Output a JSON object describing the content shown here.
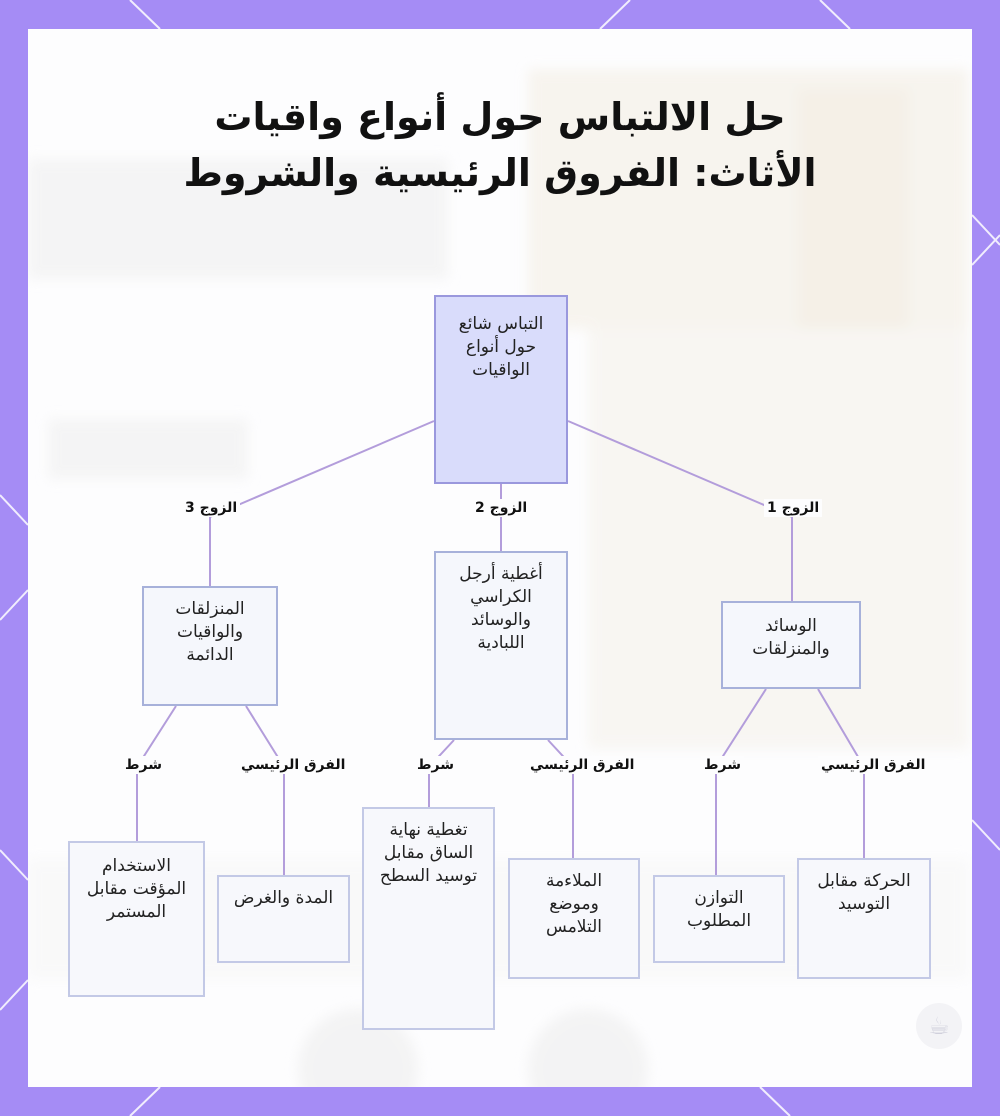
{
  "title": "حل الالتباس حول أنواع واقيات الأثاث: الفروق الرئيسية والشروط",
  "colors": {
    "frame": "#a58cf5",
    "root_fill": "#d9dcfb",
    "node_fill": "#f5f7fc",
    "edge": "#b39ddb"
  },
  "diagram": {
    "root": "التباس شائع حول أنواع الواقيات",
    "pairs": [
      {
        "edge_label": "الزوج 1",
        "node": "الوسائد والمنزلقات",
        "difference_label": "الفرق الرئيسي",
        "difference": "الحركة مقابل التوسيد",
        "condition_label": "شرط",
        "condition": "التوازن المطلوب"
      },
      {
        "edge_label": "الزوج 2",
        "node": "أغطية أرجل الكراسي والوسائد اللبادية",
        "difference_label": "الفرق الرئيسي",
        "difference": "الملاءمة وموضع التلامس",
        "condition_label": "شرط",
        "condition": "تغطية نهاية الساق مقابل توسيد السطح"
      },
      {
        "edge_label": "الزوج 3",
        "node": "المنزلقات والواقيات الدائمة",
        "difference_label": "الفرق الرئيسي",
        "difference": "المدة والغرض",
        "condition_label": "شرط",
        "condition": "الاستخدام المؤقت مقابل المستمر"
      }
    ]
  },
  "icons": {
    "watermark": "cup-badge-icon"
  }
}
